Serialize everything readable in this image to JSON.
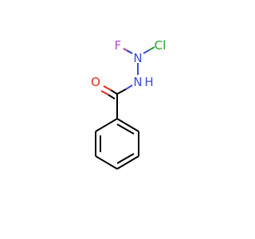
{
  "molecule": {
    "atoms": [
      {
        "id": "F",
        "label": "F",
        "color": "#b04fc4"
      },
      {
        "id": "Cl",
        "label": "Cl",
        "color": "#23a326"
      },
      {
        "id": "N1",
        "label": "N",
        "color": "#3b4bd8"
      },
      {
        "id": "N2",
        "label": "N",
        "color": "#3b4bd8"
      },
      {
        "id": "H",
        "label": "H",
        "color": "#3b4bd8"
      },
      {
        "id": "O",
        "label": "O",
        "color": "#e32b1c"
      }
    ],
    "bond_color": "#000000"
  }
}
